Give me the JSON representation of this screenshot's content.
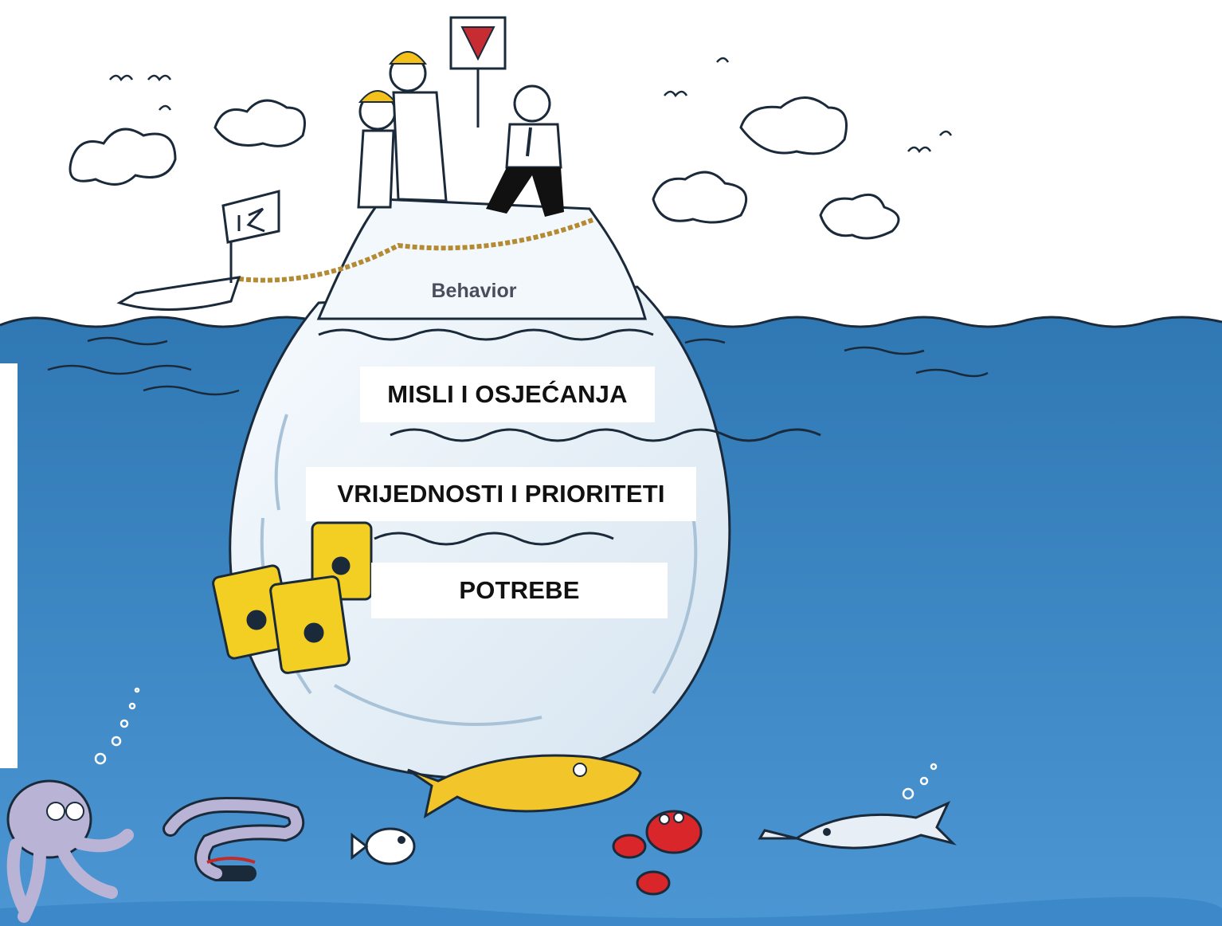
{
  "illustration": {
    "labels": {
      "behavior": "Behavior",
      "thoughts_feelings": "MISLI I OSJEĆANJA",
      "values_priorities": "VRIJEDNOSTI I PRIORITETI",
      "needs": "POTREBE"
    },
    "colors": {
      "sky": "#ffffff",
      "sea_top": "#2f78b4",
      "sea_bottom": "#4b96d3",
      "ice": "#e9f1f8",
      "ice_shadow": "#c9dbea",
      "barrel": "#f2cf22",
      "fish_yellow": "#f2c62a",
      "crab": "#d8262b",
      "octopus": "#b9b3d6",
      "hardhat": "#f3c11a"
    }
  }
}
